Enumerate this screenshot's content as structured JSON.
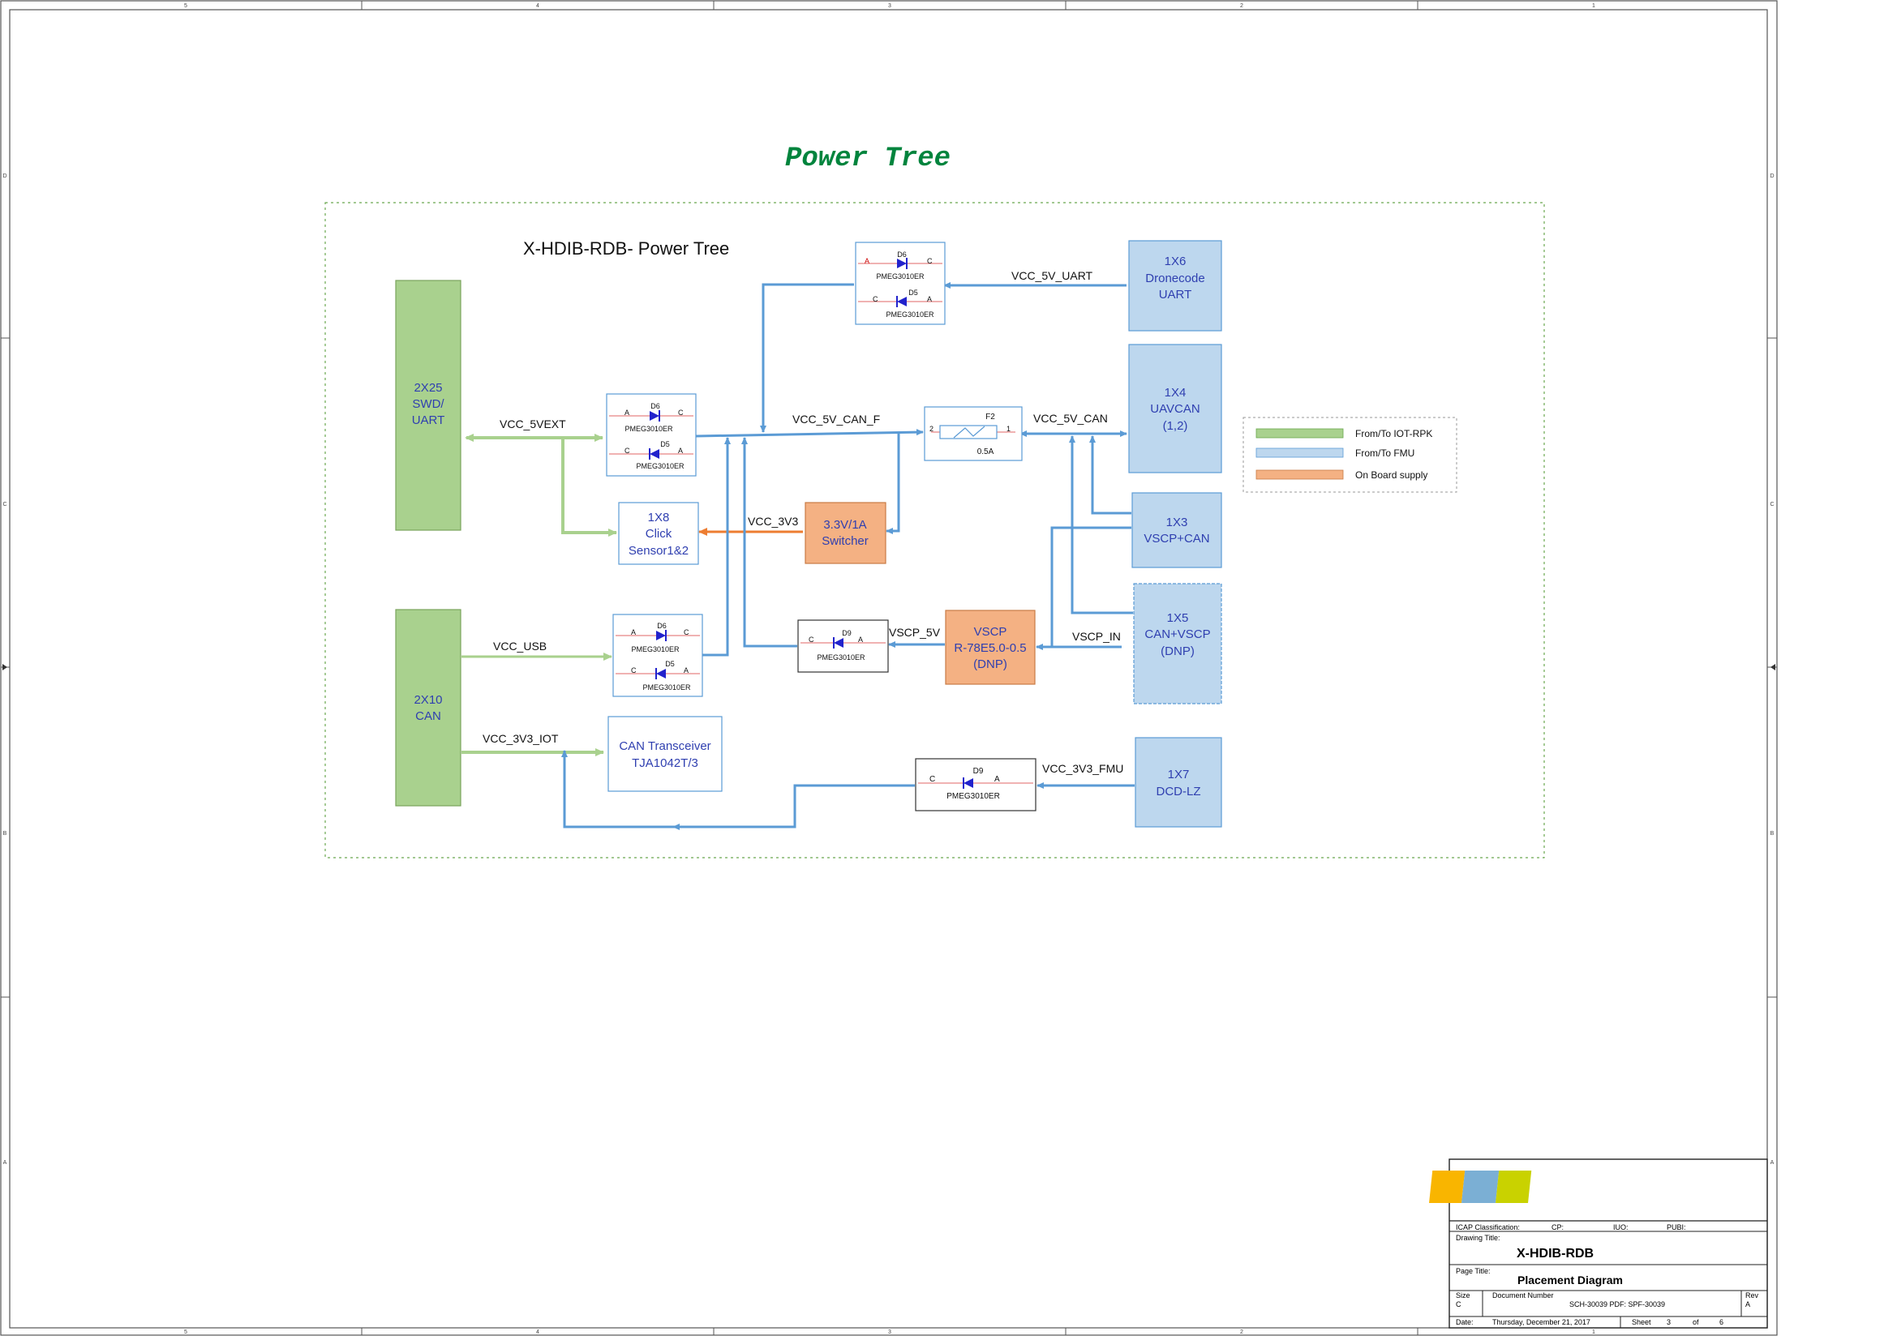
{
  "frame": {
    "top_zones": [
      "5",
      "4",
      "3",
      "2",
      "1"
    ],
    "bottom_zones": [
      "5",
      "4",
      "3",
      "2",
      "1"
    ],
    "left_zones": [
      "D",
      "C",
      "B",
      "A"
    ],
    "right_zones": [
      "D",
      "C",
      "B",
      "A"
    ]
  },
  "page_title": "Power Tree",
  "diagram_title": "X-HDIB-RDB- Power Tree",
  "colors": {
    "iot_rpk_green": "#a9d18e",
    "fmu_blue": "#bdd7ee",
    "onboard_orange": "#f4b183",
    "wire_blue": "#5b9bd5",
    "wire_green": "#a9d18e",
    "wire_orange": "#ed7d31",
    "title_green": "#00843d",
    "box_text_blue": "#2f3fb0"
  },
  "blocks": {
    "swd_uart": [
      "2X25",
      "SWD/",
      "UART"
    ],
    "can_conn": [
      "2X10",
      "CAN"
    ],
    "click_sensor": [
      "1X8",
      "Click",
      "Sensor1&2"
    ],
    "can_transceiver": [
      "CAN Transceiver",
      "TJA1042T/3"
    ],
    "switcher": [
      "3.3V/1A",
      "Switcher"
    ],
    "vscp_reg": [
      "VSCP",
      "R-78E5.0-0.5",
      "(DNP)"
    ],
    "dronecode": [
      "1X6",
      "Dronecode",
      "UART"
    ],
    "uavcan": [
      "1X4",
      "UAVCAN",
      "(1,2)"
    ],
    "vscp_can": [
      "1X3",
      "VSCP+CAN"
    ],
    "can_vscp_dnp": [
      "1X5",
      "CAN+VSCP",
      "(DNP)"
    ],
    "dcd_lz": [
      "1X7",
      "DCD-LZ"
    ]
  },
  "diode_pairs": {
    "top": {
      "d1": "D6",
      "d2": "D5",
      "part": "PMEG3010ER"
    },
    "mid": {
      "d1": "D6",
      "d2": "D5",
      "part": "PMEG3010ER"
    },
    "low": {
      "d1": "D6",
      "d2": "D5",
      "part": "PMEG3010ER"
    }
  },
  "single_diodes": {
    "vscp": {
      "ref": "D9",
      "part": "PMEG3010ER"
    },
    "fmu": {
      "ref": "D9",
      "part": "PMEG3010ER"
    }
  },
  "pin_labels": {
    "a": "A",
    "c": "C"
  },
  "fuse": {
    "ref": "F2",
    "rating": "0.5A",
    "pin1": "1",
    "pin2": "2"
  },
  "nets": {
    "vcc_5vext": "VCC_5VEXT",
    "vcc_5v_can_f": "VCC_5V_CAN_F",
    "vcc_5v_can": "VCC_5V_CAN",
    "vcc_5v_uart": "VCC_5V_UART",
    "vcc_3v3": "VCC_3V3",
    "vcc_usb": "VCC_USB",
    "vscp_5v": "VSCP_5V",
    "vscp_in": "VSCP_IN",
    "vcc_3v3_iot": "VCC_3V3_IOT",
    "vcc_3v3_fmu": "VCC_3V3_FMU"
  },
  "legend": [
    {
      "label": "From/To IOT-RPK",
      "color": "#a9d18e"
    },
    {
      "label": "From/To FMU",
      "color": "#bdd7ee"
    },
    {
      "label": "On Board supply",
      "color": "#f4b183"
    }
  ],
  "title_block": {
    "logo": "NXP",
    "icap_label": "ICAP Classification:",
    "cp_label": "CP:",
    "iuo_label": "IUO:",
    "publ_label": "PUBI:",
    "drawing_title_label": "Drawing Title:",
    "drawing_title": "X-HDIB-RDB",
    "page_title_label": "Page Title:",
    "page_title": "Placement Diagram",
    "size_label": "Size",
    "size": "C",
    "doc_number_label": "Document Number",
    "doc_number": "SCH-30039 PDF: SPF-30039",
    "rev_label": "Rev",
    "rev": "A",
    "date_label": "Date:",
    "date": "Thursday, December 21, 2017",
    "sheet_label": "Sheet",
    "sheet": "3",
    "of_label": "of",
    "sheet_total": "6"
  }
}
